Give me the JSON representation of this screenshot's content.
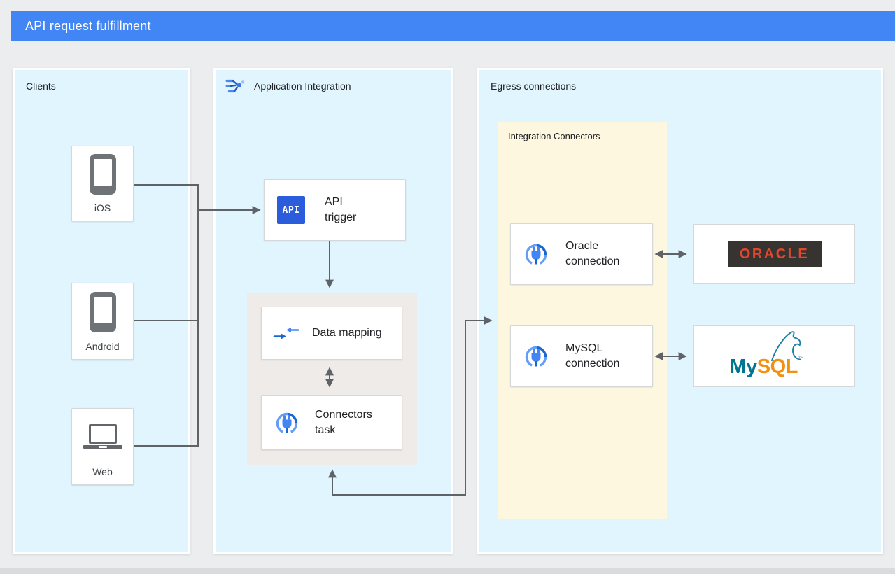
{
  "header": {
    "title": "API request fulfillment"
  },
  "clients": {
    "title": "Clients",
    "items": [
      {
        "label": "iOS",
        "icon": "phone-icon"
      },
      {
        "label": "Android",
        "icon": "phone-icon"
      },
      {
        "label": "Web",
        "icon": "laptop-icon"
      }
    ]
  },
  "application_integration": {
    "title": "Application Integration",
    "icon": "application-integration-icon",
    "api_trigger": {
      "badge": "API",
      "label": "API trigger",
      "icon": "api-icon"
    },
    "data_mapping": {
      "label": "Data mapping",
      "icon": "data-mapping-icon"
    },
    "connectors_task": {
      "label": "Connectors task",
      "icon": "connector-plug-icon"
    }
  },
  "egress": {
    "title": "Egress connections",
    "integration_connectors": {
      "title": "Integration Connectors",
      "oracle_connection": {
        "label": "Oracle connection",
        "icon": "connector-plug-icon"
      },
      "mysql_connection": {
        "label": "MySQL connection",
        "icon": "connector-plug-icon"
      }
    },
    "oracle_logo": {
      "text": "ORACLE"
    },
    "mysql_logo": {
      "my": "My",
      "sql": "SQL",
      "tm": "™"
    }
  },
  "colors": {
    "header_bg": "#4285F4",
    "panel_bg": "#E1F5FE",
    "connectors_panel_bg": "#FEF7E0",
    "task_group_bg": "#EFEBE9",
    "arrow": "#5F6368",
    "api_icon_bg": "#2A5CDB",
    "oracle_red": "#E2462F",
    "oracle_box": "#373330",
    "mysql_teal": "#00758F",
    "mysql_orange": "#F29111"
  }
}
